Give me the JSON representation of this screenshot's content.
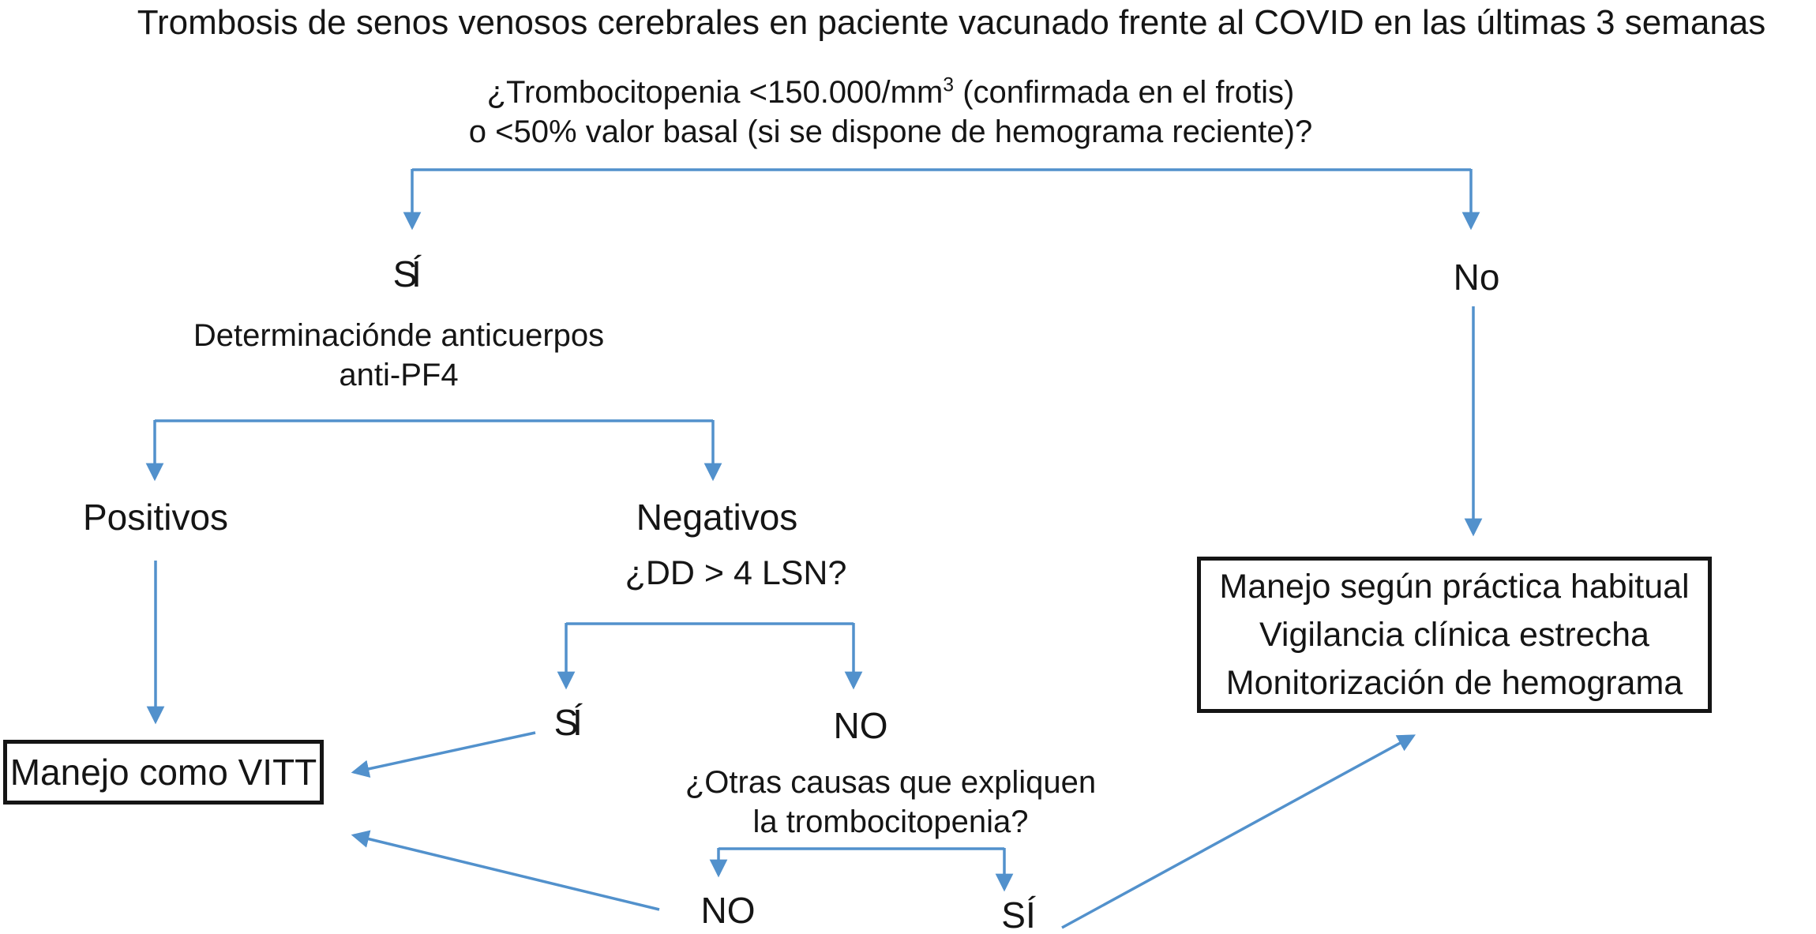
{
  "title": "Trombosis de senos venosos cerebrales en paciente vacunado frente al COVID en las últimas 3 semanas",
  "colors": {
    "arrow": "#5291cc",
    "box_border": "#151515",
    "text": "#151515",
    "background": "#ffffff"
  },
  "nodes": {
    "question_platelets": {
      "line1_pre": "¿Trombocitopenia <150.000/mm",
      "line1_sup": "3",
      "line1_post": " (confirmada en el frotis)",
      "line2": "o <50% valor basal (si se dispone de hemograma reciente)?"
    },
    "label_yes_top": "SÍ",
    "label_no_top": "No",
    "antibodies": {
      "line1": "Determinaciónde anticuerpos",
      "line2": "anti-PF4"
    },
    "label_positive": "Positivos",
    "label_negative": "Negativos",
    "question_dd": "¿DD > 4 LSN?",
    "label_dd_yes": "SÍ",
    "label_dd_no": "NO",
    "box_vitt": "Manejo como VITT",
    "question_other_causes": {
      "line1": "¿Otras causas que expliquen",
      "line2": "la trombocitopenia?"
    },
    "label_other_no": "NO",
    "label_other_yes": "SÍ",
    "box_standard": {
      "line1": "Manejo según práctica habitual",
      "line2": "Vigilancia clínica estrecha",
      "line3": "Monitorización de hemograma"
    }
  }
}
